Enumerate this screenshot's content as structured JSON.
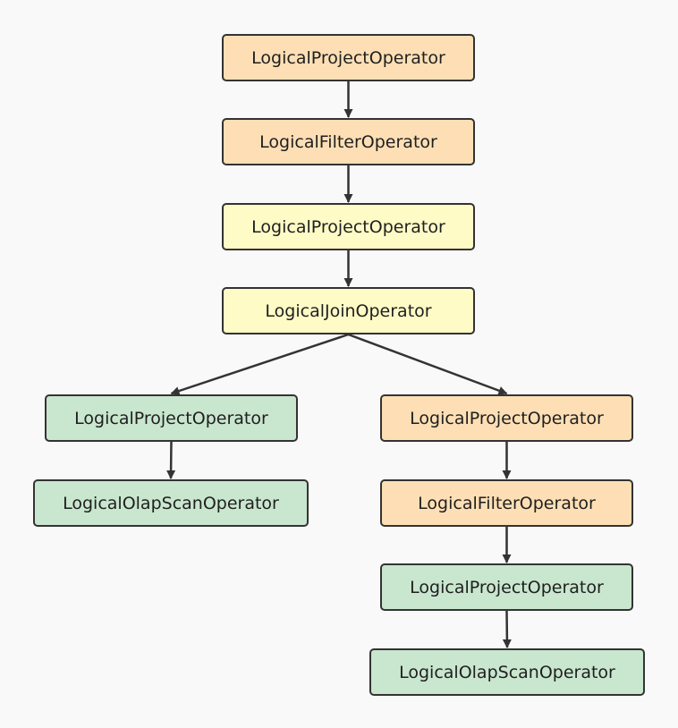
{
  "colors": {
    "orange": "#fedfb5",
    "yellow": "#fefbc7",
    "green": "#c9e6cf",
    "border": "#333333"
  },
  "nodes": [
    {
      "label": "LogicalProjectOperator"
    },
    {
      "label": "LogicalFilterOperator"
    },
    {
      "label": "LogicalProjectOperator"
    },
    {
      "label": "LogicalJoinOperator"
    },
    {
      "label": "LogicalProjectOperator"
    },
    {
      "label": "LogicalOlapScanOperator"
    },
    {
      "label": "LogicalProjectOperator"
    },
    {
      "label": "LogicalFilterOperator"
    },
    {
      "label": "LogicalProjectOperator"
    },
    {
      "label": "LogicalOlapScanOperator"
    }
  ],
  "edges": [
    [
      "node-1",
      "node-2"
    ],
    [
      "node-2",
      "node-3"
    ],
    [
      "node-3",
      "node-4"
    ],
    [
      "node-4",
      "node-5"
    ],
    [
      "node-4",
      "node-7"
    ],
    [
      "node-5",
      "node-6"
    ],
    [
      "node-7",
      "node-8"
    ],
    [
      "node-8",
      "node-9"
    ],
    [
      "node-9",
      "node-10"
    ]
  ]
}
